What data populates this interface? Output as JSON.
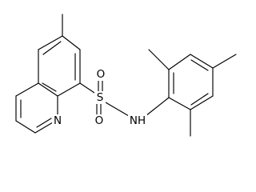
{
  "molecule": {
    "atom_labels": {
      "n_ring": "N",
      "s": "S",
      "o_upper": "O",
      "o_lower": "O",
      "nh": "NH"
    }
  },
  "colors": {
    "bond": "#000000",
    "background": "#ffffff"
  }
}
